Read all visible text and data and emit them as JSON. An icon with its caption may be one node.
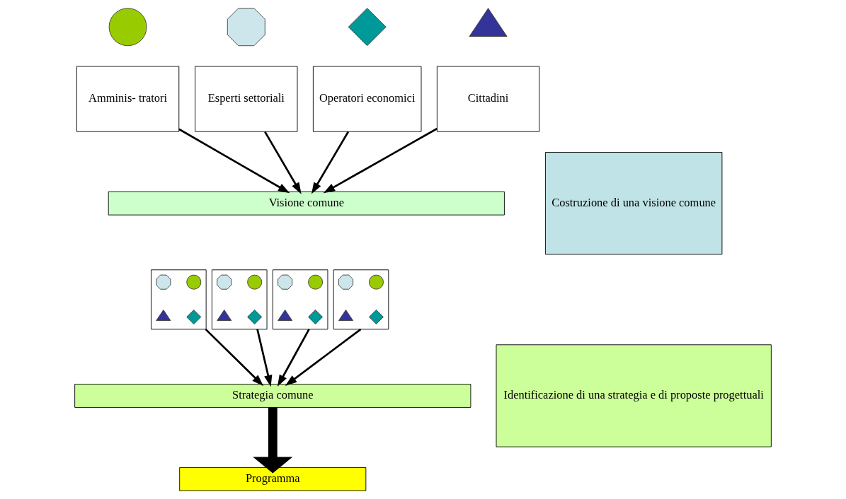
{
  "diagram": {
    "nodes": [
      {
        "text": [],
        "shape": "circle"
      },
      {
        "text": [],
        "shape": "octagon"
      },
      {
        "text": [],
        "shape": "diamond"
      },
      {
        "text": [],
        "shape": "triangle"
      },
      {
        "text": [
          "Amminis- tratori"
        ]
      },
      {
        "text": [
          "Esperti settoriali"
        ]
      },
      {
        "text": [
          "Operatori economici"
        ]
      },
      {
        "text": [
          "Cittadini"
        ]
      },
      {
        "text": [
          "Costruzione di una visione comune"
        ]
      },
      {
        "text": [
          "Visione comune"
        ]
      },
      {
        "text": [],
        "shape": "box"
      },
      {
        "text": [],
        "shape": "circle",
        "in": 10
      },
      {
        "text": [],
        "shape": "octagon",
        "in": 10
      },
      {
        "text": [],
        "shape": "diamond",
        "in": 10
      },
      {
        "text": [],
        "shape": "triangle",
        "in": 10
      },
      {
        "text": [],
        "shape": "box"
      },
      {
        "text": [],
        "shape": "circle",
        "in": 15
      },
      {
        "text": [],
        "shape": "octagon",
        "in": 15
      },
      {
        "text": [],
        "shape": "diamond",
        "in": 15
      },
      {
        "text": [],
        "shape": "triangle",
        "in": 15
      },
      {
        "text": [],
        "shape": "box"
      },
      {
        "text": [],
        "shape": "circle",
        "in": 20
      },
      {
        "text": [],
        "shape": "octagon",
        "in": 20
      },
      {
        "text": [],
        "shape": "diamond",
        "in": 20
      },
      {
        "text": [],
        "shape": "triangle",
        "in": 20
      },
      {
        "text": [],
        "shape": "box"
      },
      {
        "text": [],
        "shape": "circle",
        "in": 25
      },
      {
        "text": [],
        "shape": "octagon",
        "in": 25
      },
      {
        "text": [],
        "shape": "diamond",
        "in": 25
      },
      {
        "text": [],
        "shape": "triangle",
        "in": 25
      },
      {
        "text": [
          "Identificazione di una strategia e di proposte progettuali"
        ]
      },
      {
        "text": [
          "Strategia comune"
        ]
      },
      {
        "text": [
          "Programma"
        ]
      }
    ],
    "edges": [
      {
        "from": 4,
        "to": 9,
        "arrow": "to"
      },
      {
        "from": 5,
        "to": 9,
        "arrow": "to"
      },
      {
        "from": 6,
        "to": 9,
        "arrow": "to"
      },
      {
        "from": 7,
        "to": 9,
        "arrow": "to"
      },
      {
        "from": 10,
        "to": 31,
        "arrow": "to"
      },
      {
        "from": 15,
        "to": 31,
        "arrow": "to"
      },
      {
        "from": 20,
        "to": 31,
        "arrow": "to"
      },
      {
        "from": 25,
        "to": 31,
        "arrow": "to"
      },
      {
        "from": 31,
        "to": 32,
        "arrow": "to",
        "style": "thick"
      }
    ]
  }
}
